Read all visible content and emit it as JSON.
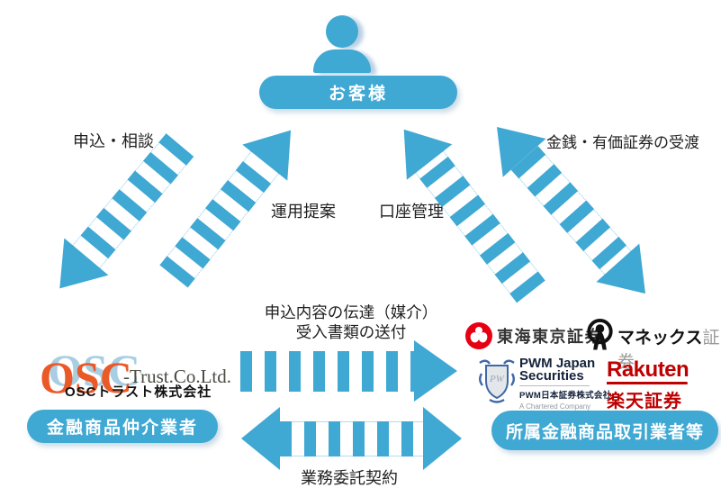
{
  "palette": {
    "arrow_blue": "#3fa8d3",
    "osc_orange": "#ea5a28",
    "osc_shadow_blue": "#a8cee4",
    "tokai_red": "#e60012",
    "rakuten_red": "#bf0000",
    "pwm_navy": "#15233b",
    "pwm_blue": "#3f68a8",
    "text_dark": "#1f1f1f"
  },
  "customer": {
    "label": "お客様"
  },
  "flows": {
    "apply_consult": "申込・相談",
    "proposal": "運用提案",
    "account_mgmt": "口座管理",
    "securities_delivery": "金銭・有価証券の受渡",
    "transmission_line1": "申込内容の伝達（媒介）",
    "transmission_line2": "受入書類の送付",
    "outsourcing": "業務委託契約"
  },
  "intermediary": {
    "logo_main": "OSC",
    "logo_suffix": "-Trust.Co.Ltd.",
    "company_name": "OSCトラスト株式会社",
    "role_label": "金融商品仲介業者"
  },
  "brokers": {
    "role_label": "所属金融商品取引業者等",
    "tokai_tokyo": {
      "name": "東海東京証券"
    },
    "monex": {
      "name_main": "マネックス",
      "name_suffix": "証券"
    },
    "pwm": {
      "line1": "PWM Japan",
      "line2": "Securities",
      "line3": "PWM日本証券株式会社",
      "line4": "A Chartered Company"
    },
    "rakuten": {
      "name_en": "Rakuten",
      "name_jp": "楽天証券"
    }
  }
}
